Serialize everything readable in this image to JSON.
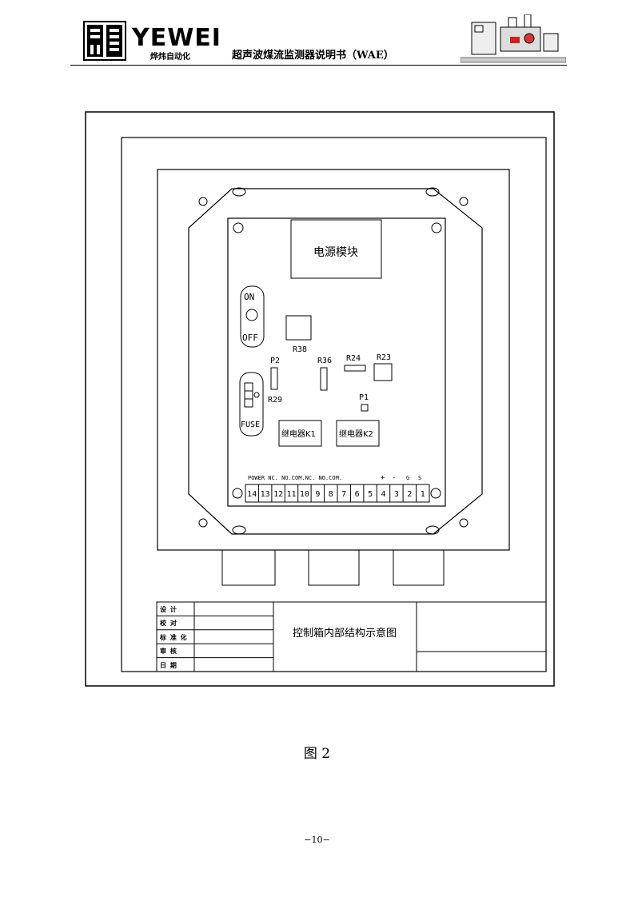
{
  "header": {
    "brand": "YEWEI",
    "brand_sub": "烨炜自动化",
    "doc_title": "超声波煤流监测器说明书（WAE）"
  },
  "diagram": {
    "power_module": "电源模块",
    "switch_on": "ON",
    "switch_off": "OFF",
    "fuse": "FUSE",
    "labels": {
      "r38": "R38",
      "r36": "R36",
      "r24": "R24",
      "r23": "R23",
      "p2": "P2",
      "p1": "P1",
      "r29": "R29",
      "relay_k1": "继电器K1",
      "relay_k2": "继电器K2"
    },
    "terminal_header": "POWER NC. NO.COM.NC. NO.COM.",
    "terminal_signs": [
      "+",
      "-",
      "G",
      "S"
    ],
    "terminals": [
      "14",
      "13",
      "12",
      "11",
      "10",
      "9",
      "8",
      "7",
      "6",
      "5",
      "4",
      "3",
      "2",
      "1"
    ],
    "title_block": {
      "rows": [
        "设 计",
        "校 对",
        "标 准 化",
        "审 核",
        "日 期"
      ],
      "drawing_title": "控制箱内部结构示意图"
    }
  },
  "caption": "图 2",
  "page_number": "−10−"
}
